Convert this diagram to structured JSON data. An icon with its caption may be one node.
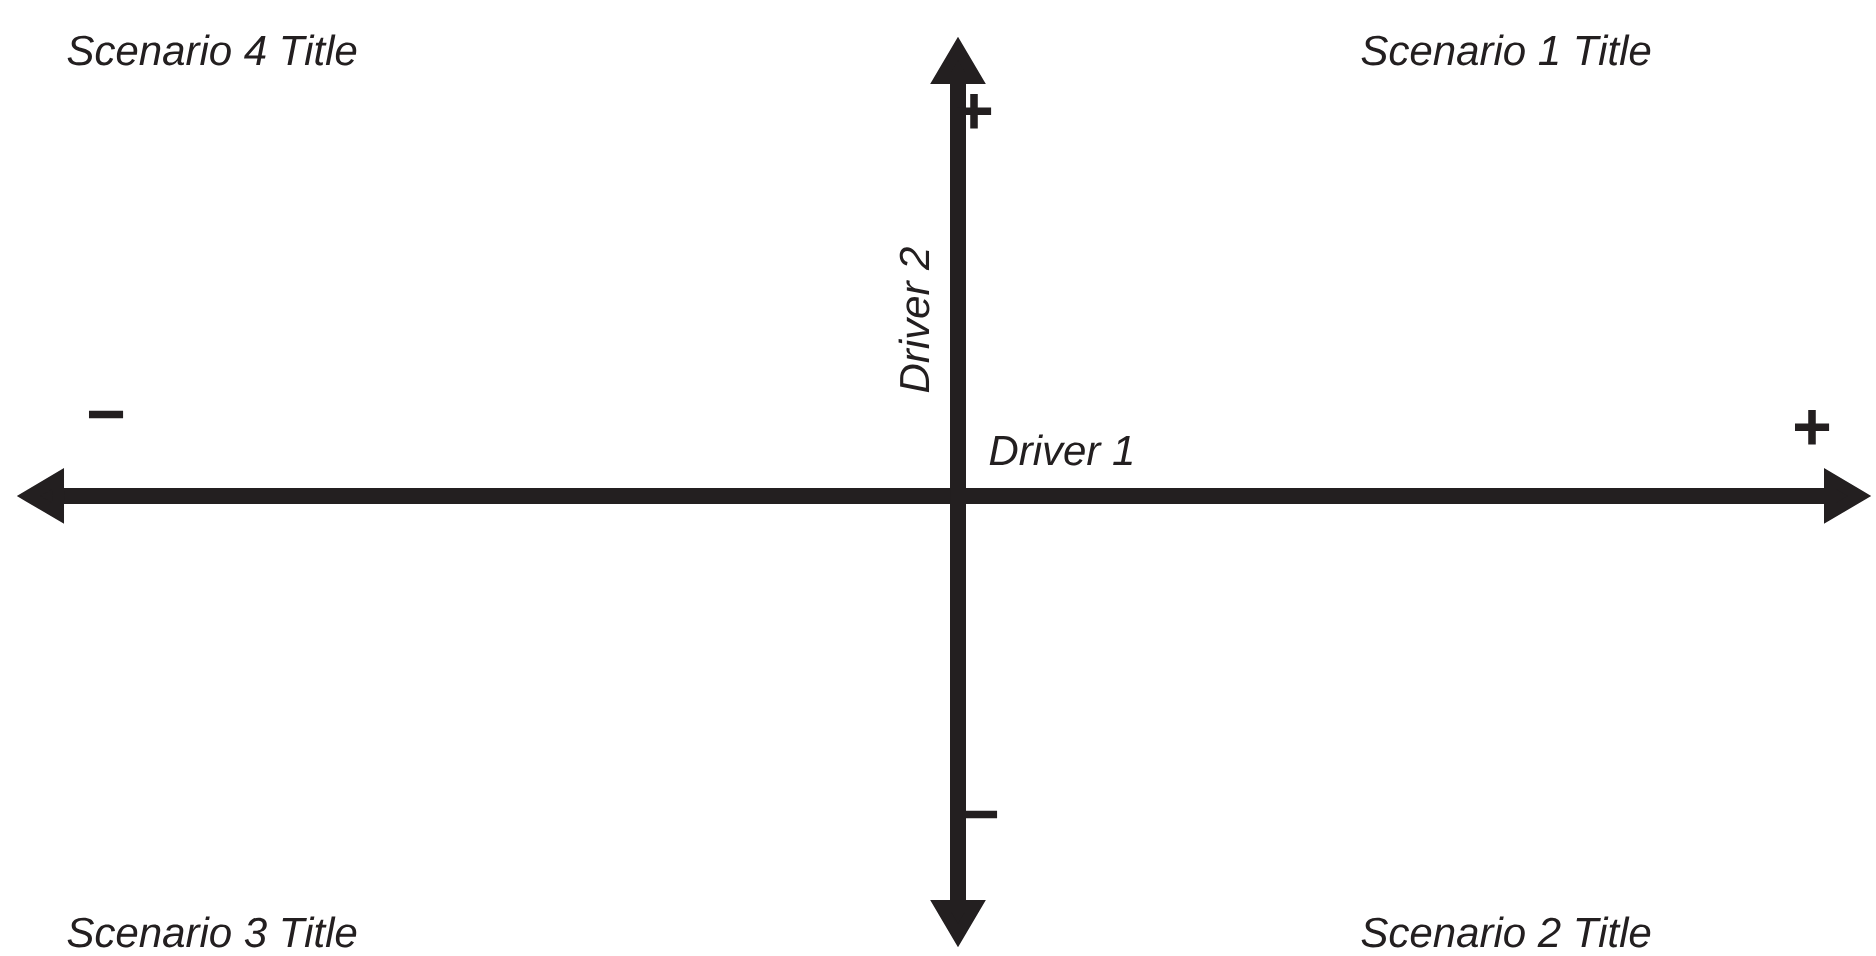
{
  "diagram": {
    "labels": [
      "Scenario 4 Title",
      "Scenario 1 Title",
      "+",
      "Driver 2",
      "−",
      "Driver 1",
      "+",
      "−",
      "Scenario 3 Title",
      "Scenario 2 Title"
    ]
  }
}
